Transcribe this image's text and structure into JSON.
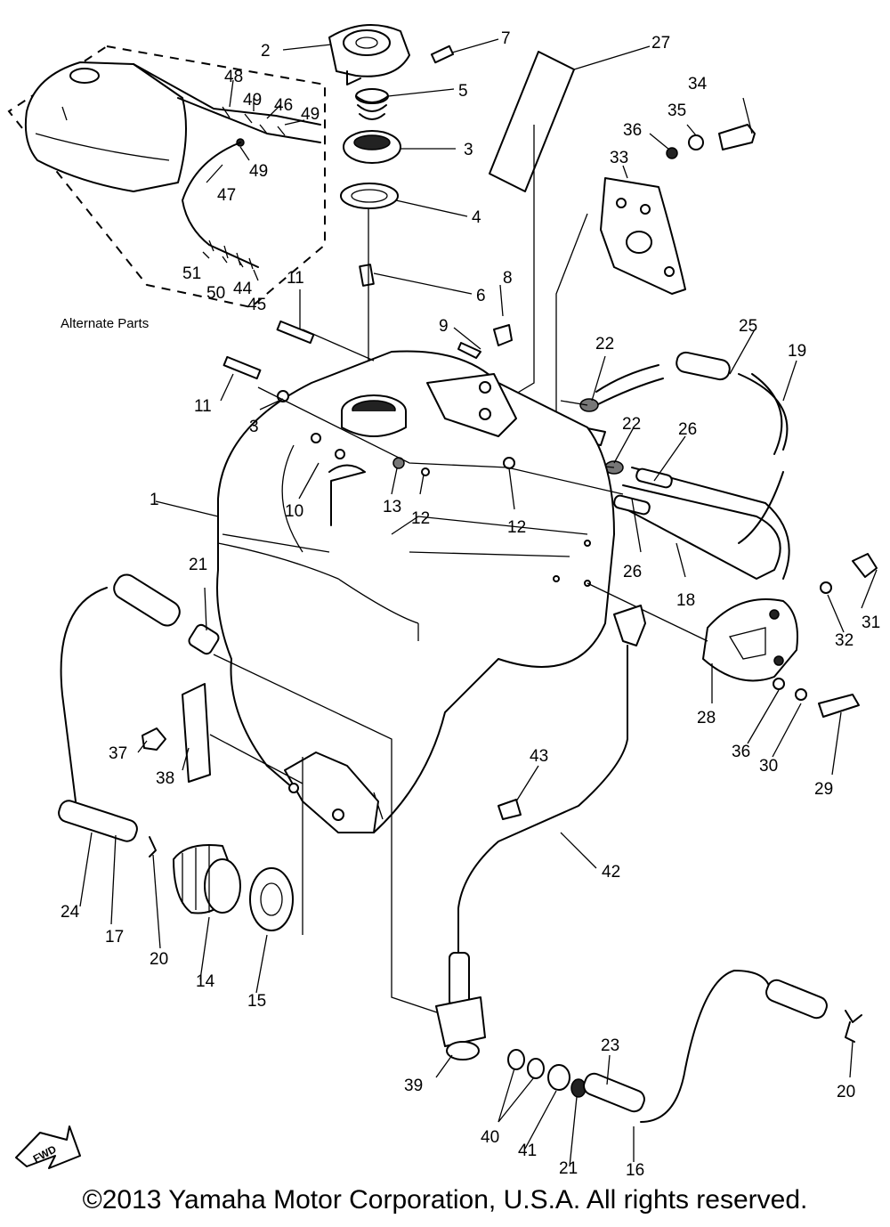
{
  "alternate_parts_label": "Alternate Parts",
  "fwd_label": "FWD",
  "copyright": "©2013 Yamaha Motor Corporation, U.S.A. All rights reserved.",
  "callouts": [
    {
      "id": "c2",
      "text": "2"
    },
    {
      "id": "c7",
      "text": "7"
    },
    {
      "id": "c5",
      "text": "5"
    },
    {
      "id": "c3a",
      "text": "3"
    },
    {
      "id": "c4",
      "text": "4"
    },
    {
      "id": "c6",
      "text": "6"
    },
    {
      "id": "c8",
      "text": "8"
    },
    {
      "id": "c9",
      "text": "9"
    },
    {
      "id": "c27",
      "text": "27"
    },
    {
      "id": "c34",
      "text": "34"
    },
    {
      "id": "c35",
      "text": "35"
    },
    {
      "id": "c36a",
      "text": "36"
    },
    {
      "id": "c33",
      "text": "33"
    },
    {
      "id": "c25",
      "text": "25"
    },
    {
      "id": "c19",
      "text": "19"
    },
    {
      "id": "c22a",
      "text": "22"
    },
    {
      "id": "c22b",
      "text": "22"
    },
    {
      "id": "c26a",
      "text": "26"
    },
    {
      "id": "c26b",
      "text": "26"
    },
    {
      "id": "c18",
      "text": "18"
    },
    {
      "id": "c31",
      "text": "31"
    },
    {
      "id": "c32",
      "text": "32"
    },
    {
      "id": "c28",
      "text": "28"
    },
    {
      "id": "c36b",
      "text": "36"
    },
    {
      "id": "c30",
      "text": "30"
    },
    {
      "id": "c29",
      "text": "29"
    },
    {
      "id": "c48",
      "text": "48"
    },
    {
      "id": "c49a",
      "text": "49"
    },
    {
      "id": "c46",
      "text": "46"
    },
    {
      "id": "c49b",
      "text": "49"
    },
    {
      "id": "c49c",
      "text": "49"
    },
    {
      "id": "c47",
      "text": "47"
    },
    {
      "id": "c51",
      "text": "51"
    },
    {
      "id": "c50",
      "text": "50"
    },
    {
      "id": "c44",
      "text": "44"
    },
    {
      "id": "c45",
      "text": "45"
    },
    {
      "id": "c11a",
      "text": "11"
    },
    {
      "id": "c11b",
      "text": "11"
    },
    {
      "id": "c3b",
      "text": "3"
    },
    {
      "id": "c1",
      "text": "1"
    },
    {
      "id": "c10",
      "text": "10"
    },
    {
      "id": "c13",
      "text": "13"
    },
    {
      "id": "c12a",
      "text": "12"
    },
    {
      "id": "c12b",
      "text": "12"
    },
    {
      "id": "c21a",
      "text": "21"
    },
    {
      "id": "c37",
      "text": "37"
    },
    {
      "id": "c38",
      "text": "38"
    },
    {
      "id": "c43",
      "text": "43"
    },
    {
      "id": "c42",
      "text": "42"
    },
    {
      "id": "c24",
      "text": "24"
    },
    {
      "id": "c17",
      "text": "17"
    },
    {
      "id": "c20a",
      "text": "20"
    },
    {
      "id": "c14",
      "text": "14"
    },
    {
      "id": "c15",
      "text": "15"
    },
    {
      "id": "c39",
      "text": "39"
    },
    {
      "id": "c40",
      "text": "40"
    },
    {
      "id": "c41",
      "text": "41"
    },
    {
      "id": "c21b",
      "text": "21"
    },
    {
      "id": "c23",
      "text": "23"
    },
    {
      "id": "c16",
      "text": "16"
    },
    {
      "id": "c20b",
      "text": "20"
    }
  ]
}
